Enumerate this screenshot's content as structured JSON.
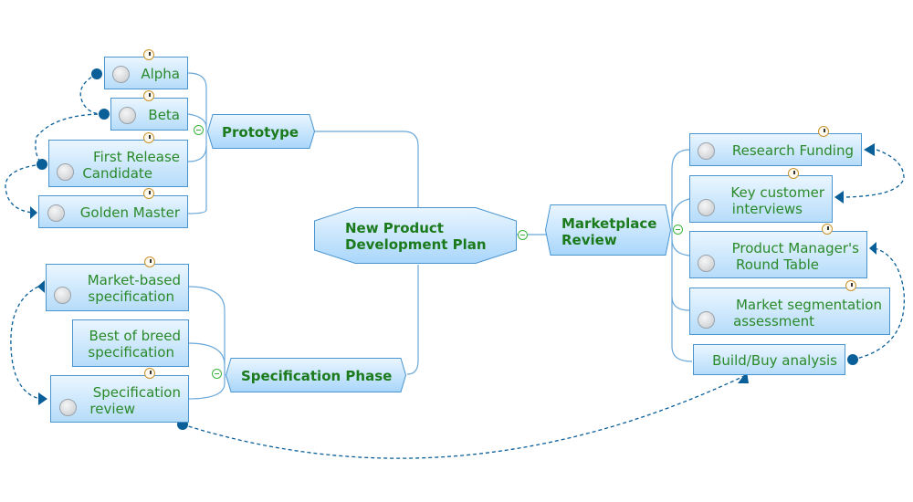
{
  "central": {
    "label_line1": "New Product",
    "label_line2": "Development Plan"
  },
  "branches": {
    "prototype": {
      "label": "Prototype"
    },
    "specification": {
      "label": "Specification Phase"
    },
    "marketplace": {
      "label_line1": "Marketplace",
      "label_line2": "Review"
    }
  },
  "prototype_tasks": [
    {
      "line1": "Alpha"
    },
    {
      "line1": "Beta"
    },
    {
      "line1": "First Release",
      "line2": "Candidate"
    },
    {
      "line1": "Golden Master"
    }
  ],
  "spec_tasks": [
    {
      "line1": "Market-based",
      "line2": "specification"
    },
    {
      "line1": "Best of breed",
      "line2": "specification"
    },
    {
      "line1": "Specification",
      "line2": "review"
    }
  ],
  "market_tasks": [
    {
      "line1": "Research Funding"
    },
    {
      "line1": "Key customer",
      "line2": "interviews"
    },
    {
      "line1": "Product Manager's",
      "line2": "Round Table"
    },
    {
      "line1": "Market segmentation",
      "line2": "assessment"
    },
    {
      "line1": "Build/Buy analysis"
    }
  ],
  "colors": {
    "connector": "#0a5f99",
    "line": "#6aa8da",
    "text": "#2a8a2a"
  }
}
